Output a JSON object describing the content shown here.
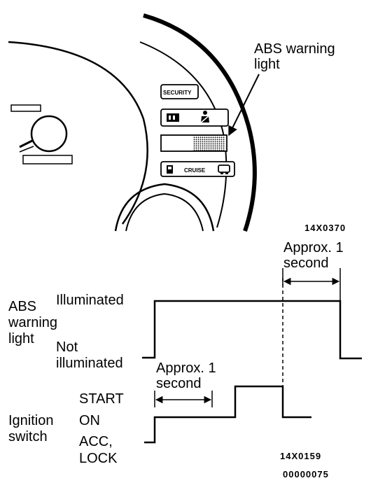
{
  "cluster": {
    "callout": [
      "ABS warning",
      "light"
    ],
    "indicators": {
      "security": "SECURITY",
      "cruise": "CRUISE"
    },
    "figure_code": "14X0370"
  },
  "timing": {
    "abs_label": [
      "ABS",
      "warning",
      "light"
    ],
    "illuminated": "Illuminated",
    "not_illuminated": [
      "Not",
      "illuminated"
    ],
    "ignition_label": [
      "Ignition",
      "switch"
    ],
    "start": "START",
    "on": "ON",
    "acc_lock": [
      "ACC,",
      "LOCK"
    ],
    "approx_top": [
      "Approx. 1",
      "second"
    ],
    "approx_bottom": [
      "Approx. 1",
      "second"
    ],
    "figure_code": "14X0159",
    "doc_code": "00000075"
  }
}
